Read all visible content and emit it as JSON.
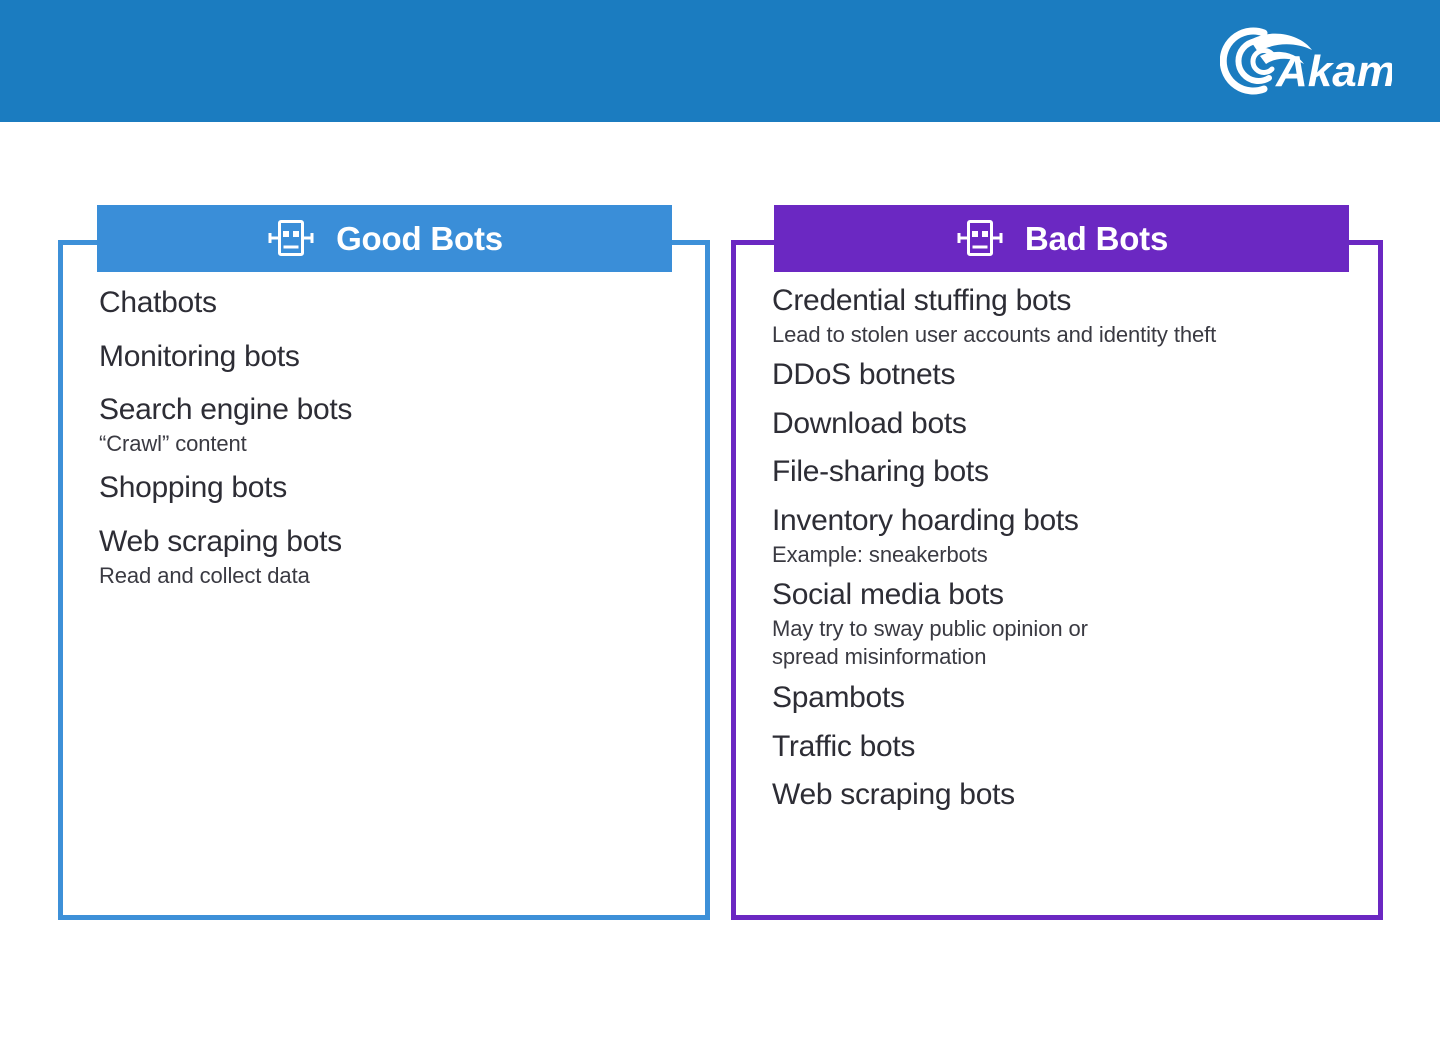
{
  "brand": {
    "logo_name": "Akamai",
    "logo_wordmark": "Akamai",
    "banner_color": "#1b7cc0"
  },
  "colors": {
    "good_accent": "#3a8ed8",
    "good_border": "#3d90d8",
    "bad_accent": "#6b28c2",
    "bad_border": "#6b28c2",
    "text_primary": "#2d2d35",
    "text_secondary": "#3a3a42",
    "background": "#ffffff"
  },
  "cards": [
    {
      "id": "good-bots",
      "title": "Good Bots",
      "icon": "robot-head-icon",
      "accent": "#3a8ed8",
      "items": [
        {
          "title": "Chatbots",
          "subtitle": ""
        },
        {
          "title": "Monitoring bots",
          "subtitle": ""
        },
        {
          "title": "Search engine bots",
          "subtitle": "“Crawl” content"
        },
        {
          "title": "Shopping bots",
          "subtitle": ""
        },
        {
          "title": "Web scraping bots",
          "subtitle": "Read and collect data"
        }
      ]
    },
    {
      "id": "bad-bots",
      "title": "Bad Bots",
      "icon": "robot-head-icon",
      "accent": "#6b28c2",
      "items": [
        {
          "title": "Credential stuffing bots",
          "subtitle": "Lead to stolen user accounts and identity theft"
        },
        {
          "title": "DDoS botnets",
          "subtitle": ""
        },
        {
          "title": "Download bots",
          "subtitle": ""
        },
        {
          "title": "File-sharing bots",
          "subtitle": ""
        },
        {
          "title": "Inventory hoarding bots",
          "subtitle": "Example: sneakerbots"
        },
        {
          "title": "Social media bots",
          "subtitle": "May try to sway public opinion or\nspread misinformation"
        },
        {
          "title": "Spambots",
          "subtitle": ""
        },
        {
          "title": "Traffic bots",
          "subtitle": ""
        },
        {
          "title": "Web scraping bots",
          "subtitle": ""
        }
      ]
    }
  ]
}
